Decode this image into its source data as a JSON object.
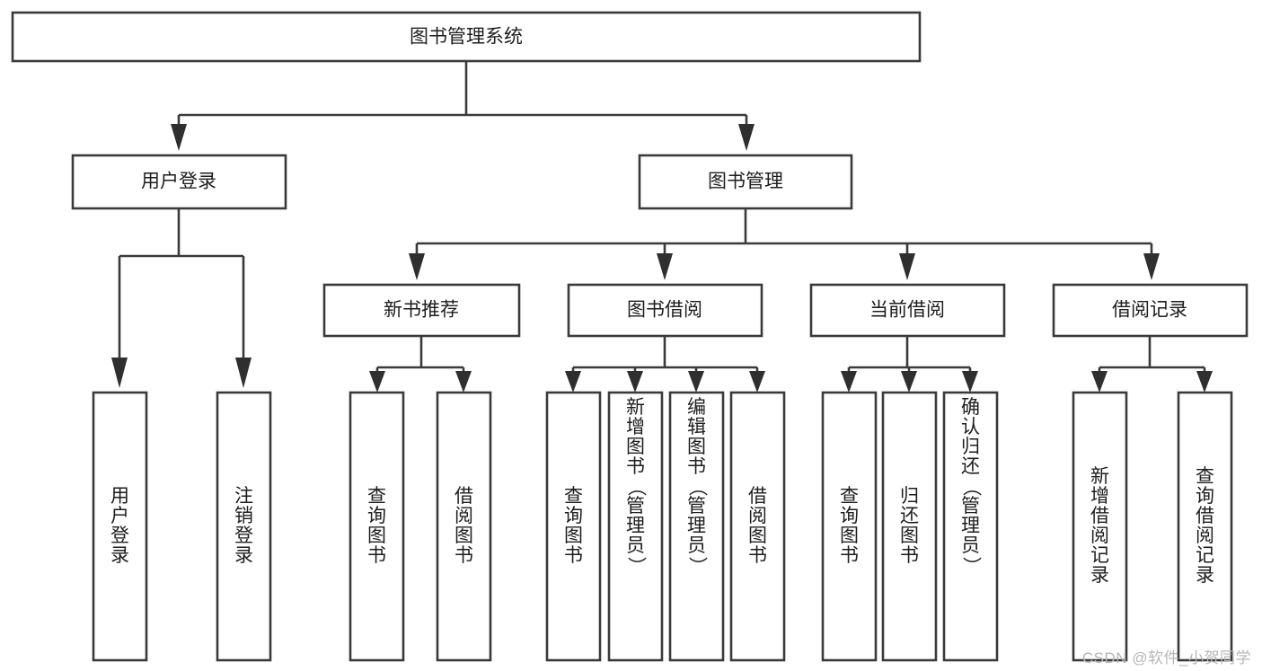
{
  "diagram": {
    "type": "tree-hierarchy",
    "title": "图书管理系统",
    "watermark": "CSDN @软件_小贺同学",
    "colors": {
      "box_stroke": "#3a3a3a",
      "box_fill": "#ffffff",
      "connector": "#3a3a3a",
      "text": "#1d1d1d",
      "background": "#ffffff",
      "watermark": "#b6b6b6"
    },
    "root": {
      "label": "图书管理系统"
    },
    "level1": [
      {
        "label": "用户登录"
      },
      {
        "label": "图书管理"
      }
    ],
    "level2": [
      {
        "label": "新书推荐"
      },
      {
        "label": "图书借阅"
      },
      {
        "label": "当前借阅"
      },
      {
        "label": "借阅记录"
      }
    ],
    "leaves": {
      "user_login": [
        {
          "label": "用户登录"
        },
        {
          "label": "注销登录"
        }
      ],
      "new_book_recommend": [
        {
          "label": "查询图书"
        },
        {
          "label": "借阅图书"
        }
      ],
      "book_borrow": [
        {
          "label": "查询图书"
        },
        {
          "label": "新增图书（管理员）"
        },
        {
          "label": "编辑图书（管理员）"
        },
        {
          "label": "借阅图书"
        }
      ],
      "current_borrow": [
        {
          "label": "查询图书"
        },
        {
          "label": "归还图书"
        },
        {
          "label": "确认归还（管理员）"
        }
      ],
      "borrow_record": [
        {
          "label": "新增借阅记录"
        },
        {
          "label": "查询借阅记录"
        }
      ]
    }
  }
}
